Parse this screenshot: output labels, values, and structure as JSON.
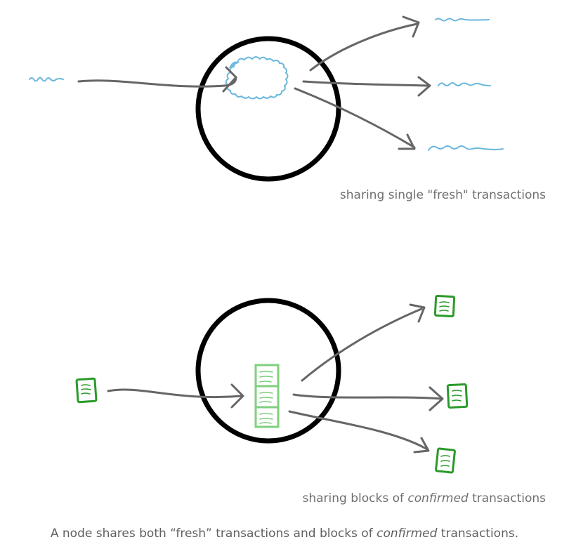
{
  "colors": {
    "node_outline": "#000000",
    "arrow": "#666666",
    "fresh_transaction": "#6bb7de",
    "block_outline": "#2a9a2a",
    "block_inside": "#7fcf7f",
    "text": "#6f6f6f"
  },
  "panels": {
    "top": {
      "label": "sharing single \"fresh\" transactions"
    },
    "bottom": {
      "label_before": "sharing blocks of ",
      "label_emph": "confirmed",
      "label_after": " transactions"
    }
  },
  "caption": {
    "before": "A node shares both “fresh” transactions and blocks of ",
    "emph": "confirmed",
    "after": " transactions."
  }
}
